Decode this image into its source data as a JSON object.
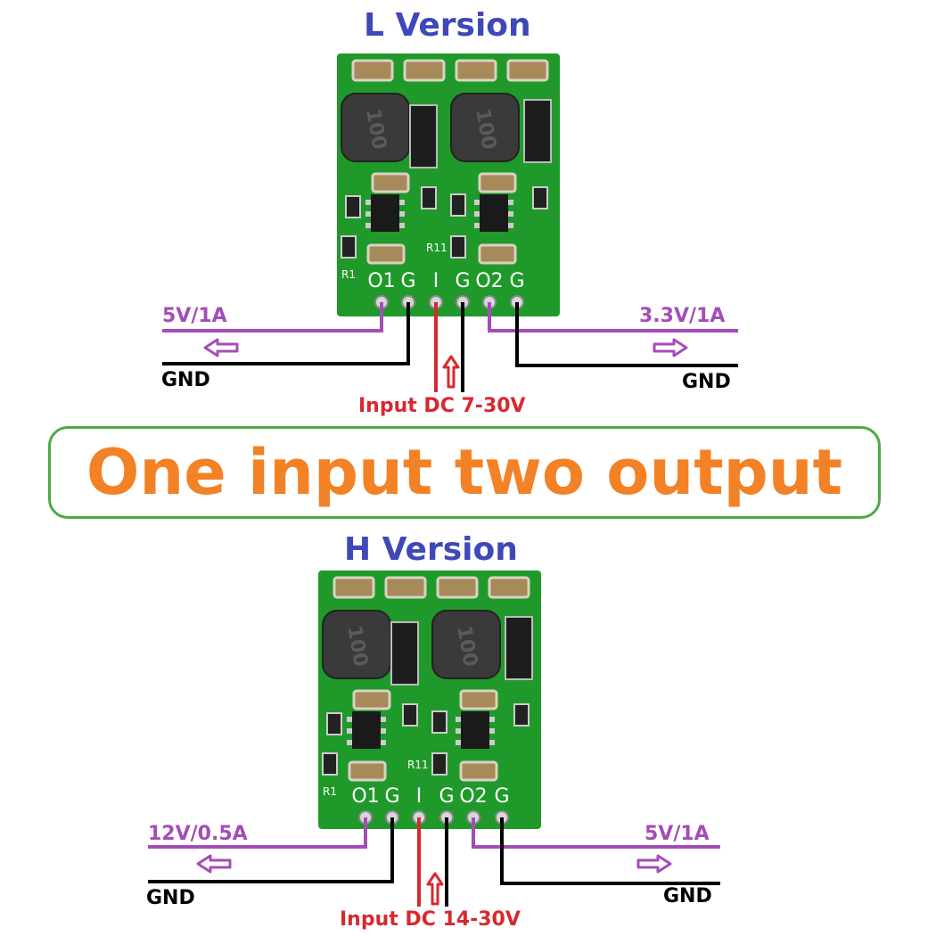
{
  "banner": {
    "text": "One input two output"
  },
  "modules": [
    {
      "title": "L Version",
      "pins": [
        "O1",
        "G",
        "I",
        "G",
        "O2",
        "G"
      ],
      "silk": {
        "r11": "R11",
        "r1": "R1",
        "inductor_marking": "100"
      },
      "output1": "5V/1A",
      "output2": "3.3V/1A",
      "gnd_left": "GND",
      "gnd_right": "GND",
      "input": "Input  DC 7-30V"
    },
    {
      "title": "H Version",
      "pins": [
        "O1",
        "G",
        "I",
        "G",
        "O2",
        "G"
      ],
      "silk": {
        "r11": "R11",
        "r1": "R1",
        "inductor_marking": "100"
      },
      "output1": "12V/0.5A",
      "output2": "5V/1A",
      "gnd_left": "GND",
      "gnd_right": "GND",
      "input": "Input DC 14-30V"
    }
  ],
  "colors": {
    "pcb": "#1f9a2a",
    "output_wire": "#a44db7",
    "gnd_wire": "#000000",
    "input_wire": "#d8282f",
    "title": "#3f48b8",
    "banner_text": "#f38125",
    "banner_border": "#4ea944"
  }
}
